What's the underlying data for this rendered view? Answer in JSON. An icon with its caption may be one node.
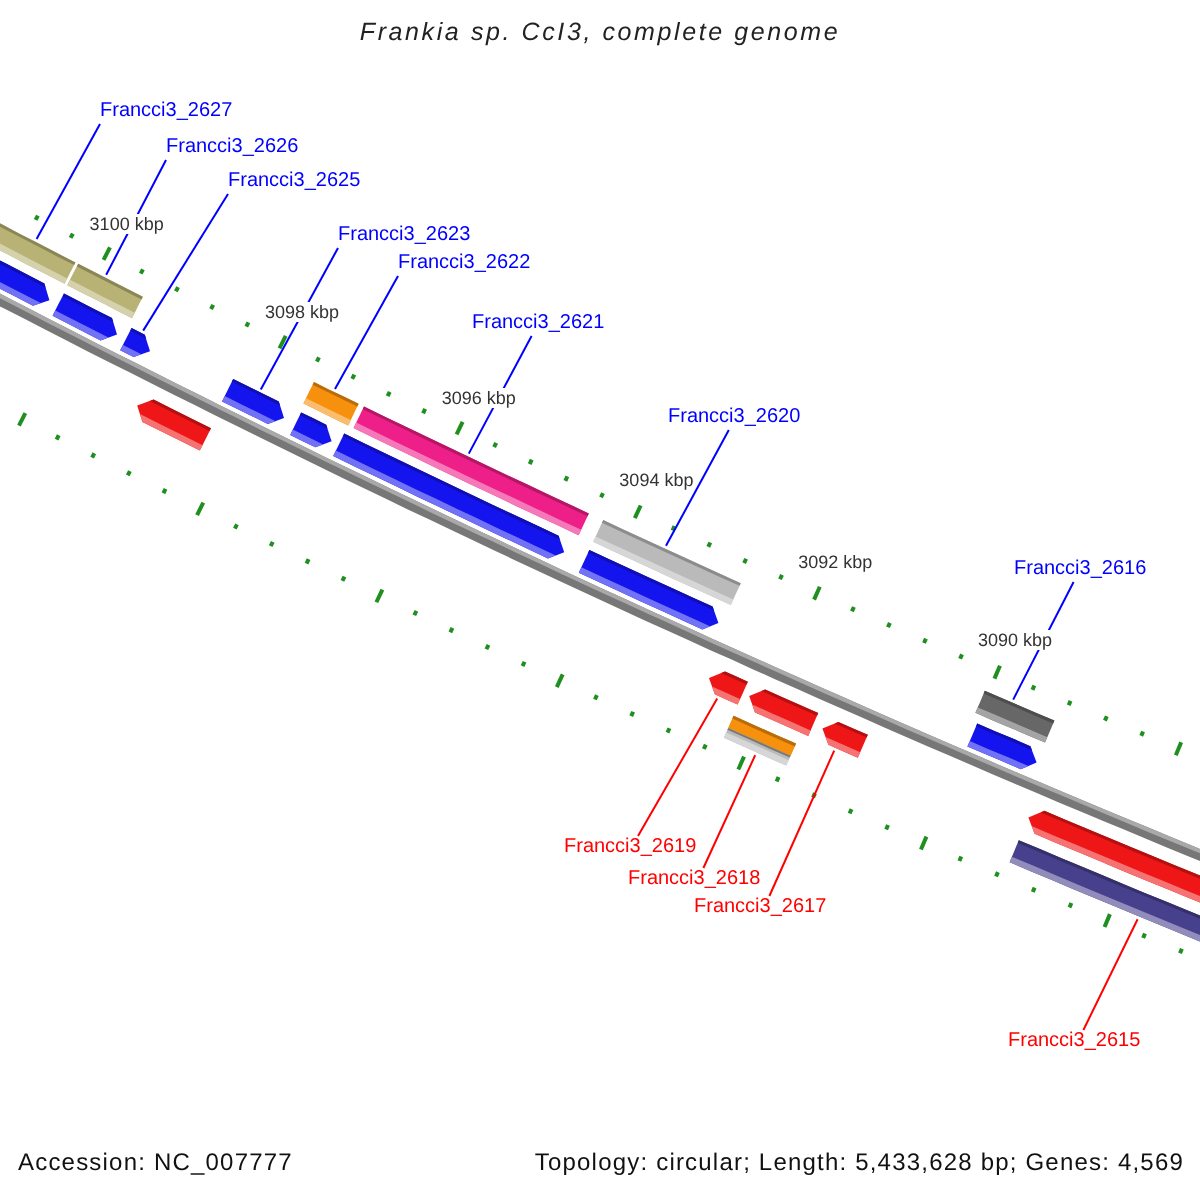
{
  "diagram": {
    "title": "Frankia sp. CcI3, complete genome",
    "nodes": [
      {
        "text": [
          "Francci3_2627"
        ]
      },
      {
        "text": [
          "Francci3_2626"
        ]
      },
      {
        "text": [
          "Francci3_2625"
        ]
      },
      {
        "text": [
          "Francci3_2623"
        ]
      },
      {
        "text": [
          "Francci3_2622"
        ]
      },
      {
        "text": [
          "Francci3_2621"
        ]
      },
      {
        "text": [
          "Francci3_2620"
        ]
      },
      {
        "text": [
          "Francci3_2616"
        ]
      },
      {
        "text": [
          "Francci3_2619"
        ]
      },
      {
        "text": [
          "Francci3_2618"
        ]
      },
      {
        "text": [
          "Francci3_2617"
        ]
      },
      {
        "text": [
          "Francci3_2615"
        ]
      },
      {
        "text": [],
        "shape": "bar"
      },
      {
        "text": [],
        "shape": "bar"
      },
      {
        "text": [],
        "shape": "pentagon"
      },
      {
        "text": [],
        "shape": "pentagon"
      },
      {
        "text": [],
        "shape": "bar"
      },
      {
        "text": [],
        "shape": "bar"
      },
      {
        "text": [],
        "shape": "bar"
      },
      {
        "text": [],
        "shape": "bar"
      },
      {
        "text": [],
        "shape": "pentagon"
      },
      {
        "text": [],
        "shape": "bar"
      },
      {
        "text": [],
        "shape": "pentagon"
      },
      {
        "text": [],
        "shape": "bar"
      },
      {
        "text": [],
        "shape": "pentagon"
      },
      {
        "text": [],
        "shape": "pentagon"
      },
      {
        "text": [],
        "shape": "pentagon"
      },
      {
        "text": [],
        "shape": "pentagon"
      },
      {
        "text": [],
        "shape": "pentagon"
      },
      {
        "text": [],
        "shape": "pentagon"
      },
      {
        "text": [],
        "shape": "pentagon"
      },
      {
        "text": [],
        "shape": "pentagon"
      },
      {
        "text": [],
        "shape": "pentagon"
      }
    ],
    "edges": [
      {
        "from": 0,
        "to": 12,
        "arrow": "none"
      },
      {
        "from": 1,
        "to": 13,
        "arrow": "none"
      },
      {
        "from": 2,
        "to": 14,
        "arrow": "none"
      },
      {
        "from": 3,
        "to": 15,
        "arrow": "none"
      },
      {
        "from": 4,
        "to": 16,
        "arrow": "none"
      },
      {
        "from": 5,
        "to": 17,
        "arrow": "none"
      },
      {
        "from": 6,
        "to": 18,
        "arrow": "none"
      },
      {
        "from": 7,
        "to": 19,
        "arrow": "none"
      },
      {
        "from": 8,
        "to": 20,
        "arrow": "none",
        "color": "#ff0000"
      },
      {
        "from": 9,
        "to": 21,
        "arrow": "none",
        "color": "#ff0000"
      },
      {
        "from": 10,
        "to": 22,
        "arrow": "none",
        "color": "#ff0000"
      },
      {
        "from": 11,
        "to": 23,
        "arrow": "none",
        "color": "#ff0000"
      }
    ],
    "labels": [
      "3100 kbp",
      "3098 kbp",
      "3096 kbp",
      "3094 kbp",
      "3092 kbp",
      "3090 kbp",
      "Accession: NC_007777",
      "Topology: circular; Length: 5,433,628 bp; Genes: 4,569"
    ]
  }
}
